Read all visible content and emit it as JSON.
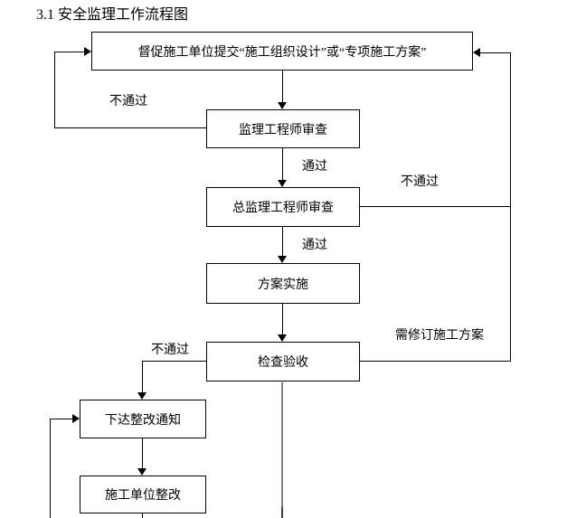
{
  "document": {
    "title": "3.1 安全监理工作流程图"
  },
  "flowchart": {
    "nodes": [
      {
        "id": "submit-plan",
        "label": "督促施工单位提交“施工组织设计”或“专项施工方案”"
      },
      {
        "id": "engineer-review",
        "label": "监理工程师审查"
      },
      {
        "id": "chief-review",
        "label": "总监理工程师审查"
      },
      {
        "id": "implement-plan",
        "label": "方案实施"
      },
      {
        "id": "inspect-accept",
        "label": "检查验收"
      },
      {
        "id": "issue-notice",
        "label": "下达整改通知"
      },
      {
        "id": "contractor-fix",
        "label": "施工单位整改"
      }
    ],
    "edge_labels": {
      "review1_fail": "不通过",
      "review1_pass": "通过",
      "review2_fail": "不通过",
      "review2_pass": "通过",
      "inspect_revise": "需修订施工方案",
      "inspect_fail": "不通过"
    },
    "colors": {
      "line": "#000000",
      "pending_line": "#808080"
    }
  }
}
